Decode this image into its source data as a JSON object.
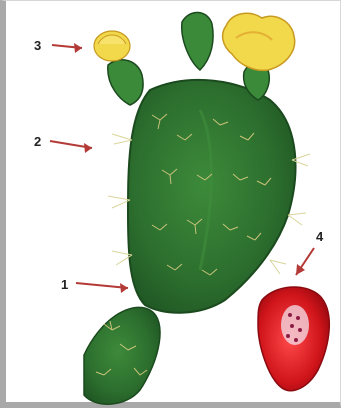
{
  "labels": {
    "l1": "1",
    "l2": "2",
    "l3": "3",
    "l4": "4"
  },
  "colors": {
    "pad_dark": "#1f5b24",
    "pad_mid": "#2f7a32",
    "pad_light": "#6aa13d",
    "flower_yellow": "#f2d84b",
    "flower_orange": "#e4b033",
    "fruit_red": "#d0151b",
    "fruit_dark": "#a30c12",
    "arrow_red": "#b33a36"
  },
  "icons": {
    "plant": "prickly-pear-cactus-illustration",
    "fruit": "cut-fruit-illustration"
  }
}
